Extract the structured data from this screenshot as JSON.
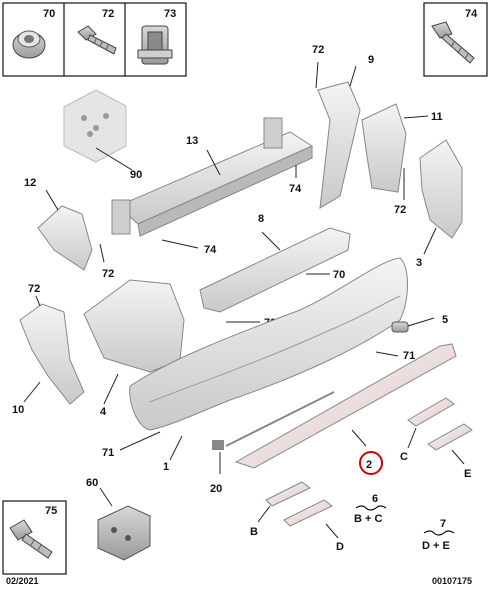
{
  "boxes": {
    "b70": "70",
    "b72": "72",
    "b73": "73",
    "b74": "74",
    "b75": "75"
  },
  "labels": {
    "l1": "1",
    "l2": "2",
    "l3": "3",
    "l4": "4",
    "l5": "5",
    "l8": "8",
    "l9": "9",
    "l10": "10",
    "l11": "11",
    "l12": "12",
    "l13": "13",
    "l20": "20",
    "l60": "60",
    "l90": "90",
    "lB": "B",
    "lC": "C",
    "lD": "D",
    "lE": "E",
    "l72a": "72",
    "l72b": "72",
    "l72c": "72",
    "l72d": "72",
    "l74a": "74",
    "l74b": "74",
    "l70a": "70",
    "l70b": "70",
    "l71a": "71",
    "l71b": "71"
  },
  "kits": {
    "k6_num": "6",
    "k6_text": "B + C",
    "k7_num": "7",
    "k7_text": "D + E"
  },
  "footer": {
    "date": "02/2021",
    "ref": "00107175"
  }
}
